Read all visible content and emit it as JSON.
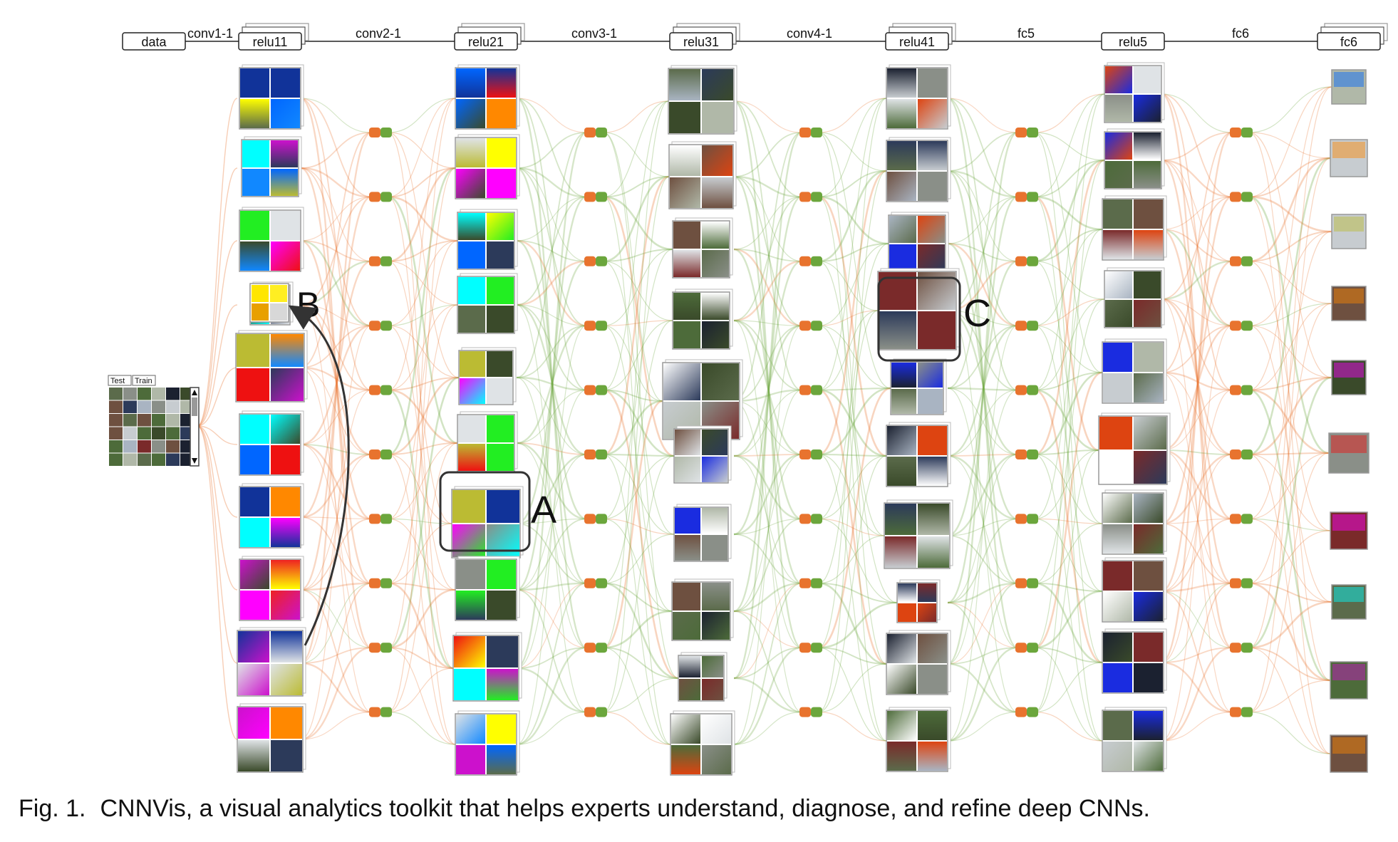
{
  "layers": [
    {
      "label": "data",
      "stacked": false
    },
    {
      "label": "relu11",
      "stacked": true
    },
    {
      "label": "relu21",
      "stacked": true
    },
    {
      "label": "relu31",
      "stacked": true
    },
    {
      "label": "relu41",
      "stacked": true
    },
    {
      "label": "relu5",
      "stacked": false
    },
    {
      "label": "fc6",
      "stacked": true
    }
  ],
  "connections": [
    "conv1-1",
    "conv2-1",
    "conv3-1",
    "conv4-1",
    "fc5",
    "fc6"
  ],
  "input_panel": {
    "tabs": [
      "Test",
      "Train"
    ]
  },
  "callouts": {
    "a": "A",
    "b": "B",
    "c": "C"
  },
  "colors": {
    "orange": "#e8732e",
    "green": "#6ba63c",
    "frame": "#333333"
  },
  "caption": {
    "fig": "Fig. 1.",
    "text": "CNNVis, a visual analytics toolkit that helps experts understand, diagnose, and refine deep CNNs."
  }
}
